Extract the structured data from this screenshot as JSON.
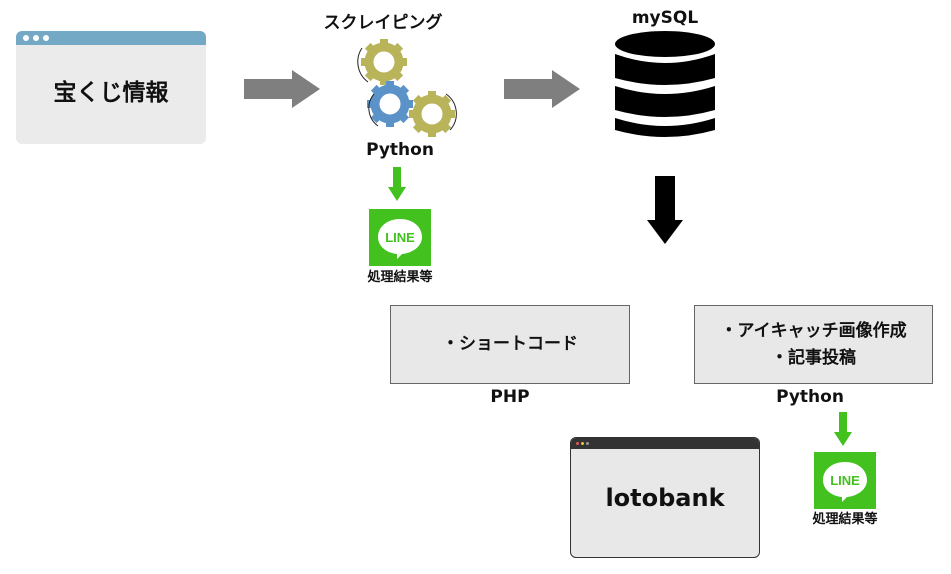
{
  "source": {
    "title": "宝くじ情報"
  },
  "scraping": {
    "title": "スクレイピング",
    "language": "Python"
  },
  "database": {
    "title": "mySQL"
  },
  "line_notify_1": {
    "logo_text": "LINE",
    "caption": "処理結果等"
  },
  "php_box": {
    "line1": "・ショートコード",
    "language": "PHP"
  },
  "python_box": {
    "line1": "・アイキャッチ画像作成",
    "line2": "・記事投稿",
    "language": "Python"
  },
  "line_notify_2": {
    "logo_text": "LINE",
    "caption": "処理結果等"
  },
  "site": {
    "title": "lotobank"
  },
  "colors": {
    "line_green": "#42c11f",
    "gear_olive": "#b9b35a",
    "gear_blue": "#5b93c8",
    "arrow_gray": "#7f7f7f",
    "window_bar": "#74a9c5"
  }
}
